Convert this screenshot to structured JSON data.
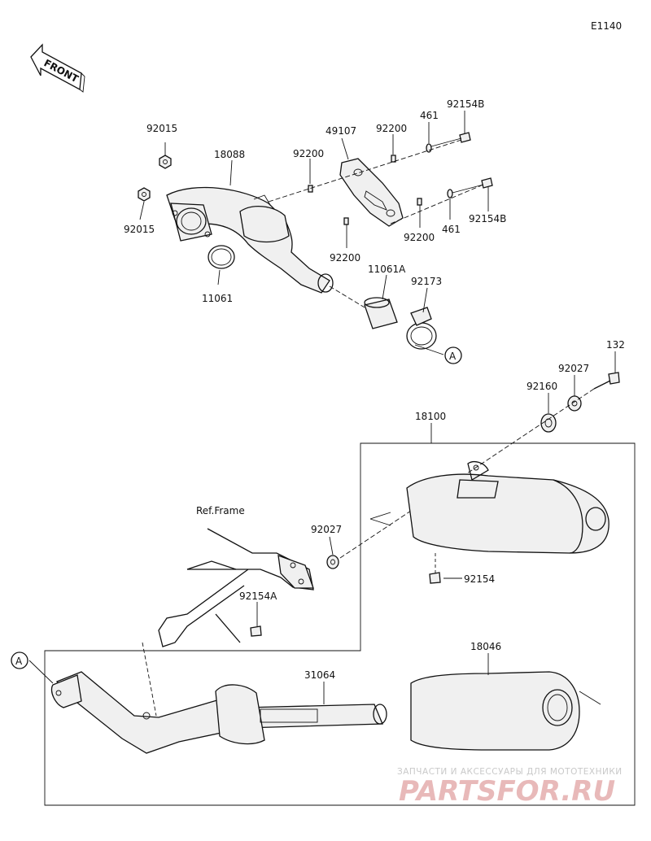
{
  "diagram_code": "E1140",
  "front_arrow_label": "FRONT",
  "ref_frame_label": "Ref.Frame",
  "callout_A": "A",
  "parts": {
    "p92015a": "92015",
    "p92015b": "92015",
    "p18088": "18088",
    "p11061": "11061",
    "p11061A": "11061A",
    "p92173": "92173",
    "p92200a": "92200",
    "p49107": "49107",
    "p92200b": "92200",
    "p461a": "461",
    "p92154Ba": "92154B",
    "p92200c": "92200",
    "p461b": "461",
    "p92154Bb": "92154B",
    "p92200d": "92200",
    "p132": "132",
    "p92027a": "92027",
    "p92160": "92160",
    "p18100": "18100",
    "p92027b": "92027",
    "p92154": "92154",
    "p92154A": "92154A",
    "p18046": "18046",
    "p31064": "31064"
  },
  "watermark": {
    "line1": "ЗАПЧАСТИ И АКСЕССУАРЫ ДЛЯ МОТОТЕХНИКИ",
    "line2": "PARTSFOR.RU"
  },
  "colors": {
    "line": "#111111",
    "watermark_gray": "#c9c9c9",
    "watermark_red": "#e8b9b9"
  }
}
